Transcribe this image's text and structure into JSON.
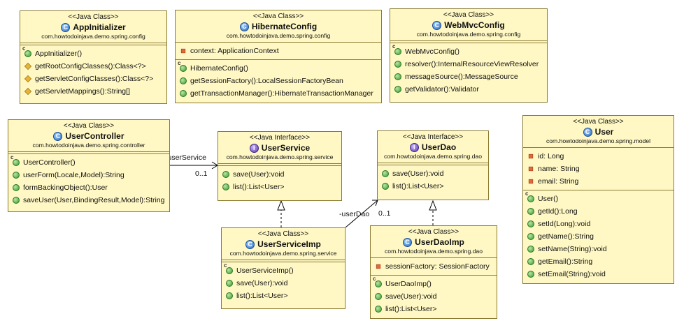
{
  "classes": [
    {
      "id": "appinit",
      "stereotype": "<<Java Class>>",
      "kind": "class",
      "name": "AppInitializer",
      "package": "com.howtodoinjava.demo.spring.config",
      "attributes": [],
      "methods": [
        {
          "vis": "ctor",
          "text": "AppInitializer()"
        },
        {
          "vis": "prot",
          "text": "getRootConfigClasses():Class<?>"
        },
        {
          "vis": "prot",
          "text": "getServletConfigClasses():Class<?>"
        },
        {
          "vis": "prot",
          "text": "getServletMappings():String[]"
        }
      ]
    },
    {
      "id": "hibernate",
      "stereotype": "<<Java Class>>",
      "kind": "class",
      "name": "HibernateConfig",
      "package": "com.howtodoinjava.demo.spring.config",
      "attributes": [
        {
          "vis": "priv",
          "text": "context: ApplicationContext"
        }
      ],
      "methods": [
        {
          "vis": "ctor",
          "text": "HibernateConfig()"
        },
        {
          "vis": "pub",
          "text": "getSessionFactory():LocalSessionFactoryBean"
        },
        {
          "vis": "pub",
          "text": "getTransactionManager():HibernateTransactionManager"
        }
      ]
    },
    {
      "id": "webmvc",
      "stereotype": "<<Java Class>>",
      "kind": "class",
      "name": "WebMvcConfig",
      "package": "com.howtodoinjava.demo.spring.config",
      "attributes": [],
      "methods": [
        {
          "vis": "ctor",
          "text": "WebMvcConfig()"
        },
        {
          "vis": "pub",
          "text": "resolver():InternalResourceViewResolver"
        },
        {
          "vis": "pub",
          "text": "messageSource():MessageSource"
        },
        {
          "vis": "pub",
          "text": "getValidator():Validator"
        }
      ]
    },
    {
      "id": "usercontroller",
      "stereotype": "<<Java Class>>",
      "kind": "class",
      "name": "UserController",
      "package": "com.howtodoinjava.demo.spring.controller",
      "attributes": [],
      "methods": [
        {
          "vis": "ctor",
          "text": "UserController()"
        },
        {
          "vis": "pub",
          "text": "userForm(Locale,Model):String"
        },
        {
          "vis": "pub",
          "text": "formBackingObject():User"
        },
        {
          "vis": "pub",
          "text": "saveUser(User,BindingResult,Model):String"
        }
      ]
    },
    {
      "id": "userservice",
      "stereotype": "<<Java Interface>>",
      "kind": "interface",
      "name": "UserService",
      "package": "com.howtodoinjava.demo.spring.service",
      "attributes": [],
      "methods": [
        {
          "vis": "pub",
          "text": "save(User):void"
        },
        {
          "vis": "pub",
          "text": "list():List<User>"
        }
      ]
    },
    {
      "id": "userdao",
      "stereotype": "<<Java Interface>>",
      "kind": "interface",
      "name": "UserDao",
      "package": "com.howtodoinjava.demo.spring.dao",
      "attributes": [],
      "methods": [
        {
          "vis": "pub",
          "text": "save(User):void"
        },
        {
          "vis": "pub",
          "text": "list():List<User>"
        }
      ]
    },
    {
      "id": "user",
      "stereotype": "<<Java Class>>",
      "kind": "class",
      "name": "User",
      "package": "com.howtodoinjava.demo.spring.model",
      "attributes": [
        {
          "vis": "priv",
          "text": "id: Long"
        },
        {
          "vis": "priv",
          "text": "name: String"
        },
        {
          "vis": "priv",
          "text": "email: String"
        }
      ],
      "methods": [
        {
          "vis": "ctor",
          "text": "User()"
        },
        {
          "vis": "pub",
          "text": "getId():Long"
        },
        {
          "vis": "pub",
          "text": "setId(Long):void"
        },
        {
          "vis": "pub",
          "text": "getName():String"
        },
        {
          "vis": "pub",
          "text": "setName(String):void"
        },
        {
          "vis": "pub",
          "text": "getEmail():String"
        },
        {
          "vis": "pub",
          "text": "setEmail(String):void"
        }
      ]
    },
    {
      "id": "userserviceimp",
      "stereotype": "<<Java Class>>",
      "kind": "class",
      "name": "UserServiceImp",
      "package": "com.howtodoinjava.demo.spring.service",
      "attributes": [],
      "methods": [
        {
          "vis": "ctor",
          "text": "UserServiceImp()"
        },
        {
          "vis": "pub",
          "text": "save(User):void"
        },
        {
          "vis": "pub",
          "text": "list():List<User>"
        }
      ]
    },
    {
      "id": "userdaoimp",
      "stereotype": "<<Java Class>>",
      "kind": "class",
      "name": "UserDaoImp",
      "package": "com.howtodoinjava.demo.spring.dao",
      "attributes": [
        {
          "vis": "priv",
          "text": "sessionFactory: SessionFactory"
        }
      ],
      "methods": [
        {
          "vis": "ctor",
          "text": "UserDaoImp()"
        },
        {
          "vis": "pub",
          "text": "save(User):void"
        },
        {
          "vis": "pub",
          "text": "list():List<User>"
        }
      ]
    }
  ],
  "edge_labels": {
    "userService_role": "-userService",
    "userService_mult": "0..1",
    "userDao_role": "-userDao",
    "userDao_mult": "0..1"
  },
  "colors": {
    "class_fill": "#fff8c4",
    "class_border": "#8a7a32"
  }
}
